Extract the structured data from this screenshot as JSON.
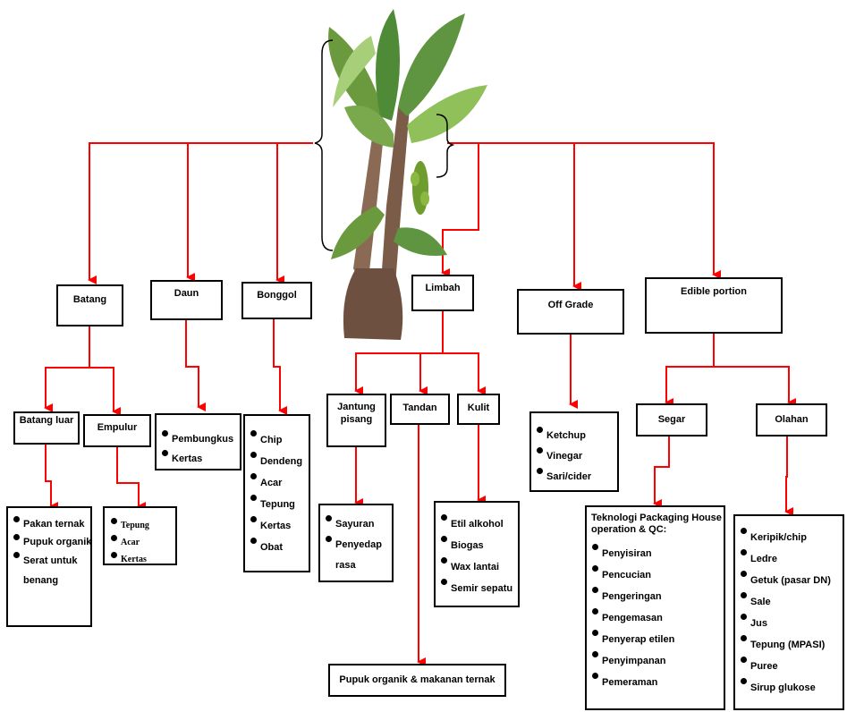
{
  "colors": {
    "arrow": "#ff0000",
    "border": "#000000",
    "leaf_dark": "#3f7a2b",
    "leaf_light": "#8fc05a",
    "trunk": "#8a6a55"
  },
  "plant": {
    "icon": "banana-plant-icon"
  },
  "categories": {
    "batang": "Batang",
    "daun": "Daun",
    "bonggol": "Bonggol",
    "limbah": "Limbah",
    "off_grade": "Off Grade",
    "edible": "Edible portion"
  },
  "batang": {
    "batang_luar": "Batang luar",
    "empulur": "Empulur",
    "batang_luar_items": [
      "Pakan ternak",
      "Pupuk organik",
      "Serat untuk benang"
    ],
    "empulur_items": [
      "Tepung",
      "Acar",
      "Kertas"
    ]
  },
  "daun_items": [
    "Pembungkus",
    "Kertas"
  ],
  "bonggol_items": [
    "Chip",
    "Dendeng",
    "Acar",
    "Tepung",
    "Kertas",
    "Obat"
  ],
  "limbah": {
    "jantung": "Jantung pisang",
    "tandan": "Tandan",
    "kulit": "Kulit",
    "jantung_items": [
      "Sayuran",
      "Penyedap rasa"
    ],
    "kulit_items": [
      "Etil alkohol",
      "Biogas",
      "Wax lantai",
      "Semir sepatu"
    ],
    "tandan_result": "Pupuk organik & makanan ternak"
  },
  "off_grade_items": [
    "Ketchup",
    "Vinegar",
    "Sari/cider"
  ],
  "edible": {
    "segar": "Segar",
    "olahan": "Olahan",
    "segar_title": "Teknologi Packaging House operation & QC:",
    "segar_items": [
      "Penyisiran",
      "Pencucian",
      "Pengeringan",
      "Pengemasan",
      "Penyerap etilen",
      "Penyimpanan",
      "Pemeraman"
    ],
    "olahan_items": [
      "Keripik/chip",
      "Ledre",
      "Getuk (pasar DN)",
      "Sale",
      "Jus",
      "Tepung (MPASI)",
      "Puree",
      "Sirup glukose"
    ]
  }
}
